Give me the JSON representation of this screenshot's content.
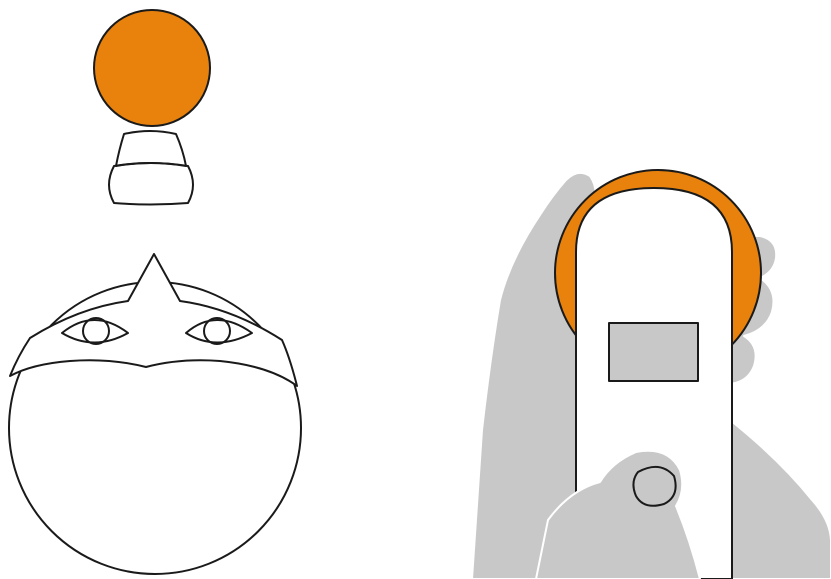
{
  "colors": {
    "accent_orange": "#E8820C",
    "hand_gray": "#C8C8C8",
    "line": "#1A1A1A",
    "background": "#FFFFFF",
    "device_white": "#FFFFFF",
    "screen_gray": "#C8C8C8"
  },
  "illustrations": {
    "left": {
      "parts": [
        "orange-disc",
        "cap",
        "base",
        "face-with-mask-and-eyes"
      ]
    },
    "right": {
      "parts": [
        "hands",
        "orange-disc",
        "handheld-device",
        "device-screen",
        "thumb"
      ]
    }
  }
}
